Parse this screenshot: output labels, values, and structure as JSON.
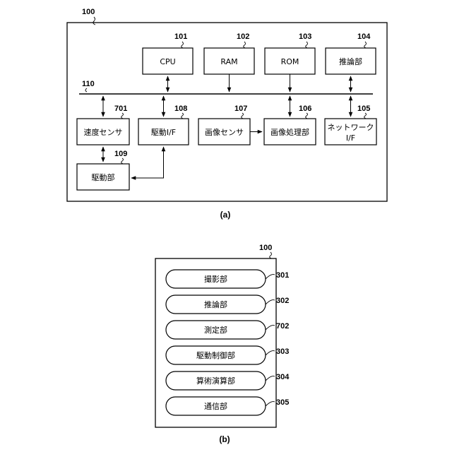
{
  "figure_a": {
    "caption": "(a)",
    "device_ref": "100",
    "bus_ref": "110",
    "blocks": {
      "cpu": {
        "label": "CPU",
        "ref": "101"
      },
      "ram": {
        "label": "RAM",
        "ref": "102"
      },
      "rom": {
        "label": "ROM",
        "ref": "103"
      },
      "inference": {
        "label": "推論部",
        "ref": "104"
      },
      "speed_sensor": {
        "label": "速度センサ",
        "ref": "701"
      },
      "drive_if": {
        "label": "駆動I/F",
        "ref": "108"
      },
      "image_sensor": {
        "label": "画像センサ",
        "ref": "107"
      },
      "image_processing": {
        "label": "画像処理部",
        "ref": "106"
      },
      "network_if": {
        "label_line1": "ネットワーク",
        "label_line2": "I/F",
        "ref": "105"
      },
      "drive_unit": {
        "label": "駆動部",
        "ref": "109"
      }
    }
  },
  "figure_b": {
    "caption": "(b)",
    "device_ref": "100",
    "units": [
      {
        "label": "撮影部",
        "ref": "301"
      },
      {
        "label": "推論部",
        "ref": "302"
      },
      {
        "label": "測定部",
        "ref": "702"
      },
      {
        "label": "駆動制御部",
        "ref": "303"
      },
      {
        "label": "算術演算部",
        "ref": "304"
      },
      {
        "label": "通信部",
        "ref": "305"
      }
    ]
  }
}
